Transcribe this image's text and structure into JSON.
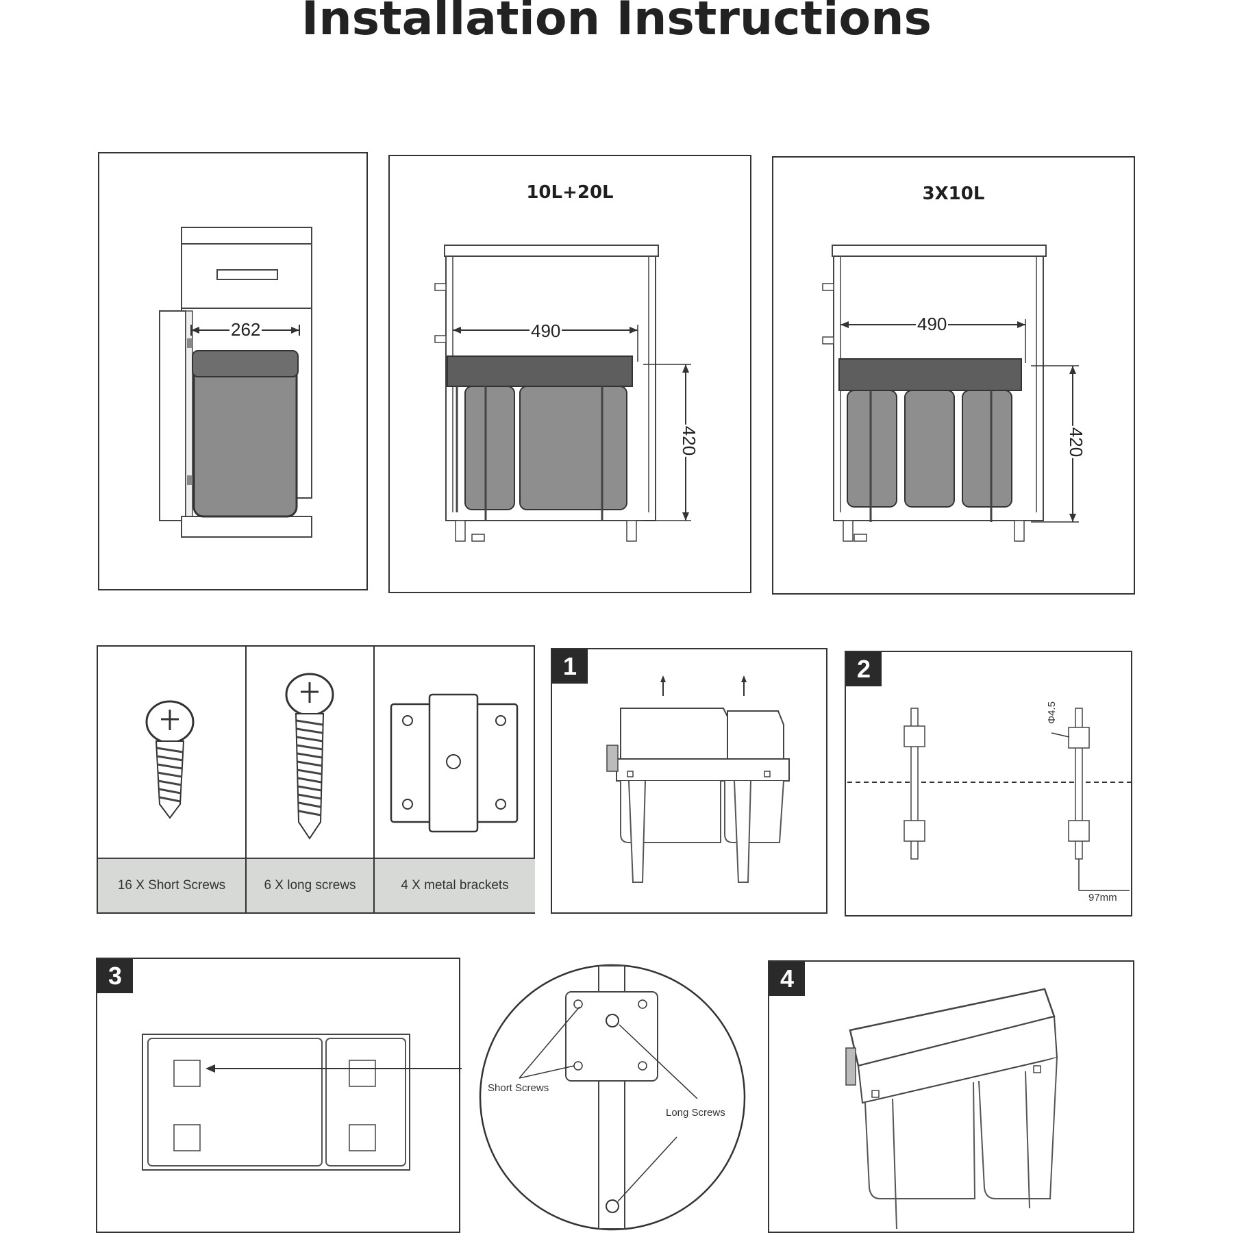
{
  "title": "Installation Instructions",
  "cabinets": {
    "single": {
      "width_label": "262"
    },
    "double": {
      "heading": "10L+20L",
      "width_label": "490",
      "height_label": "420"
    },
    "triple": {
      "heading": "3X10L",
      "width_label": "490",
      "height_label": "420"
    }
  },
  "parts": [
    {
      "caption": "16 X Short Screws"
    },
    {
      "caption": "6 X long screws"
    },
    {
      "caption": "4 X metal brackets"
    }
  ],
  "steps": {
    "step1": {
      "number": "1"
    },
    "step2": {
      "number": "2",
      "bracket_label": "Φ4.5",
      "offset_label": "97mm"
    },
    "step3": {
      "number": "3",
      "short_screws_label": "Short Screws",
      "long_screws_label": "Long Screws"
    },
    "step4": {
      "number": "4"
    }
  }
}
